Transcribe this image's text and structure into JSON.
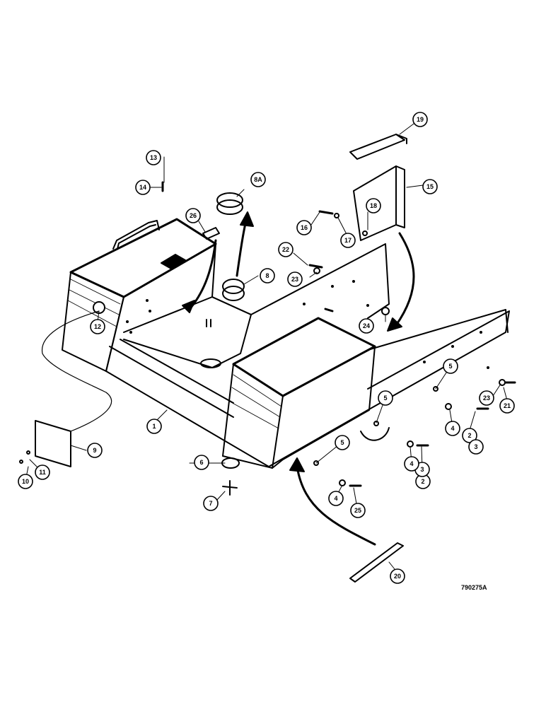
{
  "figure_id": "790275A",
  "callouts": {
    "p1": "1",
    "p2a": "2",
    "p2b": "2",
    "p3a": "3",
    "p3b": "3",
    "p4a": "4",
    "p4b": "4",
    "p4c": "4",
    "p5a": "5",
    "p5b": "5",
    "p5c": "5",
    "p6": "6",
    "p7": "7",
    "p8": "8",
    "p8a": "8A",
    "p9": "9",
    "p10": "10",
    "p11": "11",
    "p12": "12",
    "p13": "13",
    "p14": "14",
    "p15": "15",
    "p16": "16",
    "p17": "17",
    "p18": "18",
    "p19": "19",
    "p20": "20",
    "p21": "21",
    "p22": "22",
    "p23a": "23",
    "p23b": "23",
    "p24": "24",
    "p25": "25",
    "p26": "26"
  }
}
